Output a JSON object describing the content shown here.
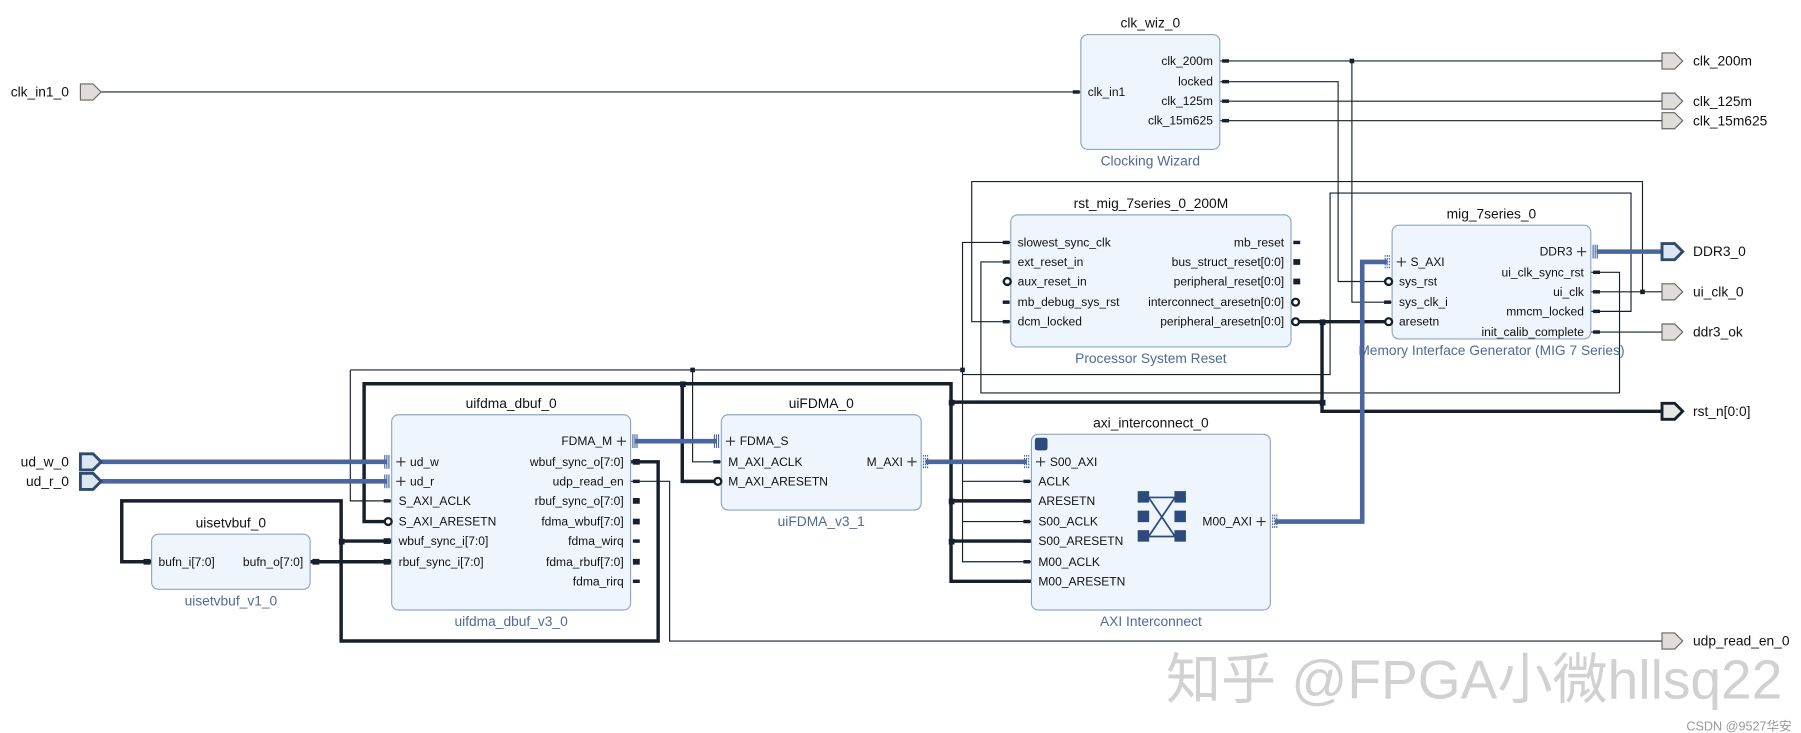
{
  "colors": {
    "box_fill": "#eef5fc",
    "box_border": "#8ea6c4",
    "bus": "#4a66a0",
    "wire": "#16202c",
    "subtitle": "#4d6b98"
  },
  "external_ports": {
    "clk_in1_0": "clk_in1_0",
    "ud_w_0": "ud_w_0",
    "ud_r_0": "ud_r_0",
    "clk_200m": "clk_200m",
    "clk_125m": "clk_125m",
    "clk_15m625": "clk_15m625",
    "DDR3_0": "DDR3_0",
    "ui_clk_0": "ui_clk_0",
    "ddr3_ok": "ddr3_ok",
    "rst_n": "rst_n[0:0]",
    "udp_read_en_0": "udp_read_en_0"
  },
  "blocks": [
    {
      "id": "clk_wiz",
      "name": "clk_wiz_0",
      "type": "Clocking Wizard",
      "left": [
        {
          "n": "clk_in1",
          "k": "pin"
        }
      ],
      "right": [
        {
          "n": "clk_200m",
          "k": "pin"
        },
        {
          "n": "locked",
          "k": "pin"
        },
        {
          "n": "clk_125m",
          "k": "pin"
        },
        {
          "n": "clk_15m625",
          "k": "pin"
        }
      ]
    },
    {
      "id": "rst",
      "name": "rst_mig_7series_0_200M",
      "type": "Processor System Reset",
      "left": [
        {
          "n": "slowest_sync_clk",
          "k": "pin"
        },
        {
          "n": "ext_reset_in",
          "k": "pin"
        },
        {
          "n": "aux_reset_in",
          "k": "neg"
        },
        {
          "n": "mb_debug_sys_rst",
          "k": "pin"
        },
        {
          "n": "dcm_locked",
          "k": "pin"
        }
      ],
      "right": [
        {
          "n": "mb_reset",
          "k": "pin"
        },
        {
          "n": "bus_struct_reset[0:0]",
          "k": "vec"
        },
        {
          "n": "peripheral_reset[0:0]",
          "k": "vec"
        },
        {
          "n": "interconnect_aresetn[0:0]",
          "k": "neg"
        },
        {
          "n": "peripheral_aresetn[0:0]",
          "k": "neg"
        }
      ]
    },
    {
      "id": "mig",
      "name": "mig_7series_0",
      "type": "Memory Interface Generator (MIG 7 Series)",
      "left": [
        {
          "n": "S_AXI",
          "k": "busd"
        },
        {
          "n": "sys_rst",
          "k": "neg"
        },
        {
          "n": "sys_clk_i",
          "k": "pin"
        },
        {
          "n": "aresetn",
          "k": "neg"
        }
      ],
      "right": [
        {
          "n": "DDR3",
          "k": "bus"
        },
        {
          "n": "ui_clk_sync_rst",
          "k": "pin"
        },
        {
          "n": "ui_clk",
          "k": "pin"
        },
        {
          "n": "mmcm_locked",
          "k": "pin"
        },
        {
          "n": "init_calib_complete",
          "k": "pin"
        }
      ]
    },
    {
      "id": "dbuf",
      "name": "uifdma_dbuf_0",
      "type": "uifdma_dbuf_v3_0",
      "left": [
        {
          "n": "ud_w",
          "k": "bus"
        },
        {
          "n": "ud_r",
          "k": "bus"
        },
        {
          "n": "S_AXI_ACLK",
          "k": "pin"
        },
        {
          "n": "S_AXI_ARESETN",
          "k": "neg"
        },
        {
          "n": "wbuf_sync_i[7:0]",
          "k": "vec"
        },
        {
          "n": "rbuf_sync_i[7:0]",
          "k": "vec"
        }
      ],
      "right": [
        {
          "n": "FDMA_M",
          "k": "bus"
        },
        {
          "n": "wbuf_sync_o[7:0]",
          "k": "vec"
        },
        {
          "n": "udp_read_en",
          "k": "pin"
        },
        {
          "n": "rbuf_sync_o[7:0]",
          "k": "vec"
        },
        {
          "n": "fdma_wbuf[7:0]",
          "k": "vec"
        },
        {
          "n": "fdma_wirq",
          "k": "pin"
        },
        {
          "n": "fdma_rbuf[7:0]",
          "k": "vec"
        },
        {
          "n": "fdma_rirq",
          "k": "pin"
        }
      ]
    },
    {
      "id": "fdma",
      "name": "uiFDMA_0",
      "type": "uiFDMA_v3_1",
      "left": [
        {
          "n": "FDMA_S",
          "k": "bus"
        },
        {
          "n": "M_AXI_ACLK",
          "k": "pin"
        },
        {
          "n": "M_AXI_ARESETN",
          "k": "neg"
        }
      ],
      "right": [
        {
          "n": "M_AXI",
          "k": "busd"
        }
      ]
    },
    {
      "id": "ic",
      "name": "axi_interconnect_0",
      "type": "AXI Interconnect",
      "left": [
        {
          "n": "S00_AXI",
          "k": "busd"
        },
        {
          "n": "ACLK",
          "k": "pin"
        },
        {
          "n": "ARESETN",
          "k": "pin"
        },
        {
          "n": "S00_ACLK",
          "k": "pin"
        },
        {
          "n": "S00_ARESETN",
          "k": "pin"
        },
        {
          "n": "M00_ACLK",
          "k": "pin"
        },
        {
          "n": "M00_ARESETN",
          "k": "pin"
        }
      ],
      "right": [
        {
          "n": "M00_AXI",
          "k": "busd"
        }
      ]
    },
    {
      "id": "setv",
      "name": "uisetvbuf_0",
      "type": "uisetvbuf_v1_0",
      "left": [
        {
          "n": "bufn_i[7:0]",
          "k": "vec"
        }
      ],
      "right": [
        {
          "n": "bufn_o[7:0]",
          "k": "vec"
        }
      ]
    }
  ],
  "watermark": {
    "zhihu": "知乎 @FPGA小微hllsq22",
    "csdn": "CSDN @9527华安"
  }
}
